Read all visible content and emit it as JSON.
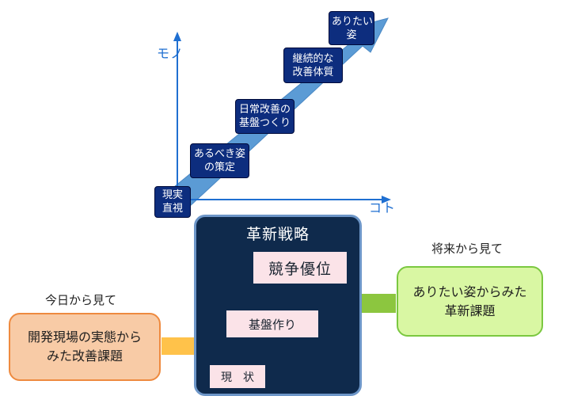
{
  "axes": {
    "y_label": "モノ",
    "x_label": "コト"
  },
  "steps": [
    {
      "lines": [
        "現実",
        "直視"
      ]
    },
    {
      "lines": [
        "あるべき姿",
        "の策定"
      ]
    },
    {
      "lines": [
        "日常改善の",
        "基盤つくり"
      ]
    },
    {
      "lines": [
        "継続的な",
        "改善体質"
      ]
    },
    {
      "lines": [
        "ありたい",
        "姿"
      ]
    }
  ],
  "strategy": {
    "title": "革新戦略",
    "goal": "競争優位",
    "foundation": "基盤作り",
    "current": "現　状"
  },
  "left": {
    "caption": "今日から見て",
    "lines": [
      "開発現場の実態から",
      "みた改善課題"
    ]
  },
  "right": {
    "caption": "将来から見て",
    "lines": [
      "ありたい姿からみた",
      "革新課題"
    ]
  },
  "colors": {
    "axis": "#1f6fd1",
    "diagonal_arrow": "#5b9bd5",
    "step_box": "#0d2d7e",
    "strategy_box": "#0f2a4c",
    "strategy_border": "#6d96c8",
    "pink_box": "#fbe3e8",
    "left_box": "#f8cba6",
    "left_arrow": "#ffc24a",
    "right_box": "#d9f7a3",
    "right_arrow": "#8cc63f"
  }
}
